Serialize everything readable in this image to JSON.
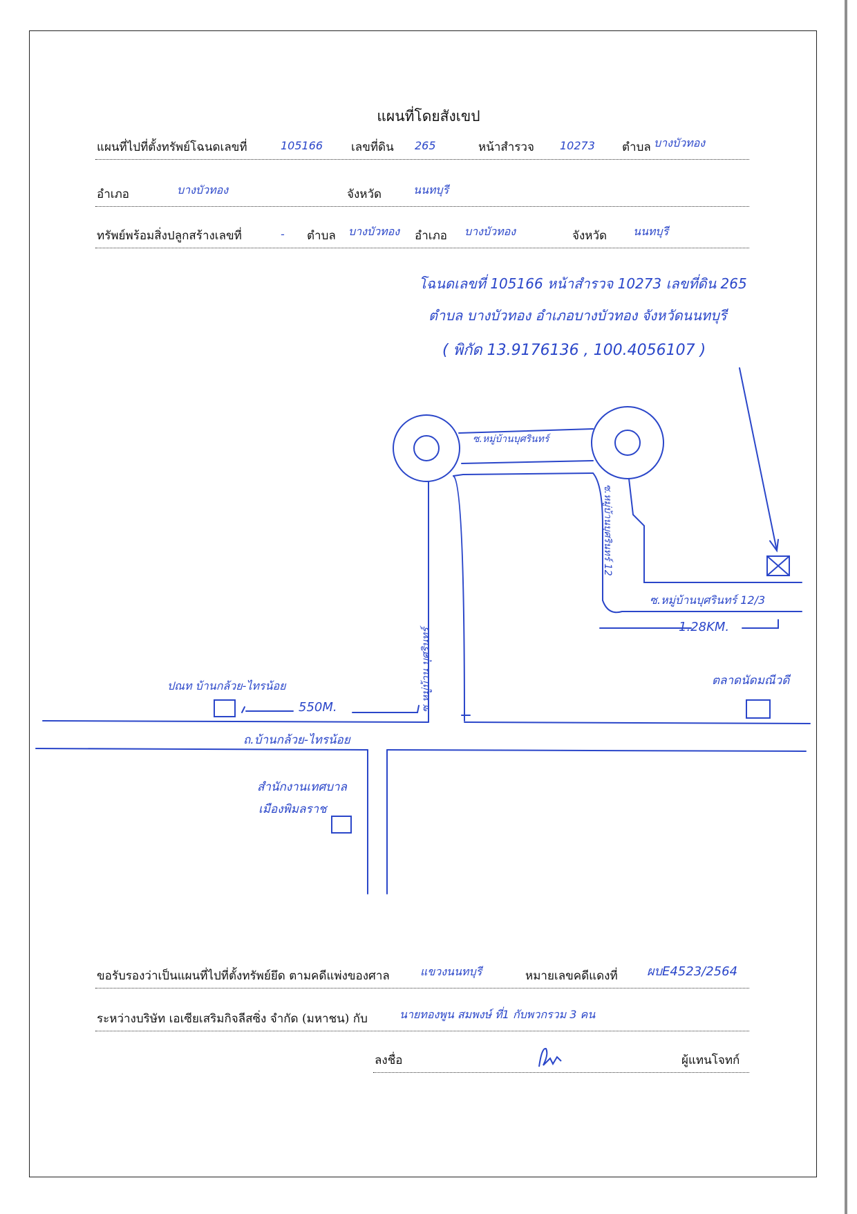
{
  "title": "แผนที่โดยสังเขป",
  "header": {
    "line1": {
      "label_deed": "แผนที่ไปที่ตั้งทรัพย์โฉนดเลขที่",
      "deed_no": "105166",
      "label_land": "เลขที่ดิน",
      "land_no": "265",
      "label_survey": "หน้าสำรวจ",
      "survey_no": "10273",
      "label_subdistrict": "ตำบล",
      "subdistrict": "บางบัวทอง"
    },
    "line2": {
      "label_district": "อำเภอ",
      "district": "บางบัวทอง",
      "label_province": "จังหวัด",
      "province": "นนทบุรี"
    },
    "line3": {
      "label_building": "ทรัพย์พร้อมสิ่งปลูกสร้างเลขที่",
      "building_no": "-",
      "label_subdistrict": "ตำบล",
      "subdistrict": "บางบัวทอง",
      "label_district": "อำเภอ",
      "district": "บางบัวทอง",
      "label_province": "จังหวัด",
      "province": "นนทบุรี"
    }
  },
  "map": {
    "note_line1": "โฉนดเลขที่ 105166 หน้าสำรวจ 10273 เลขที่ดิน 265",
    "note_line2": "ตำบล บางบัวทอง อำเภอบางบัวทอง จังหวัดนนทบุรี",
    "note_line3": "( พิกัด 13.9176136 , 100.4056107 )",
    "road_top": "ซ.หมู่บ้านบุศรินทร์",
    "road_vertical_left": "ซ.หมู่บ้าน บุศรินทร์",
    "road_vertical_right": "ซ.หมู่บ้านบุศรินทร์ 12",
    "road_branch": "ซ.หมู่บ้านบุศรินทร์ 12/3",
    "distance_right": "1.28KM.",
    "distance_left": "550M.",
    "landmark_postoffice": "ปณท บ้านกล้วย-ไทรน้อย",
    "landmark_market": "ตลาดนัดมณีวดี",
    "main_road": "ถ.บ้านกล้วย-ไทรน้อย",
    "landmark_office_line1": "สำนักงานเทศบาล",
    "landmark_office_line2": "เมืองพิมลราช"
  },
  "footer": {
    "line1": {
      "label_certify": "ขอรับรองว่าเป็นแผนที่ไปที่ตั้งทรัพย์ยึด ตามคดีแพ่งของศาล",
      "court": "แขวงนนทบุรี",
      "label_case": "หมายเลขคดีแดงที่",
      "case_no": "ผบE4523/2564"
    },
    "line2": {
      "label_between": "ระหว่างบริษัท เอเซียเสริมกิจลีสซิ่ง จำกัด (มหาชน) กับ",
      "defendant": "นายทองพูน สมพงษ์ ที่1 กับพวกรวม 3 คน"
    },
    "line3": {
      "label_sign": "ลงชื่อ",
      "label_role": "ผู้แทนโจทก์"
    }
  },
  "colors": {
    "ink": "#2a46c9",
    "print": "#111111"
  }
}
